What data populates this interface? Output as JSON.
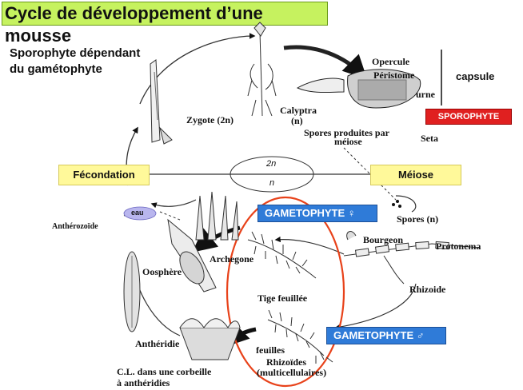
{
  "title": "Cycle de développement d’une mousse",
  "sporophyte_dep": {
    "line1": "Sporophyte dépendant",
    "line2": "du gamétophyte"
  },
  "labels": {
    "zygote": "Zygote (2n)",
    "calyptra": "Calyptra",
    "calyptra_n": "(n)",
    "opercule": "Opercule",
    "peristome": "Péristome",
    "urne": "urne",
    "capsule": "capsule",
    "sporophyte": "SPOROPHYTE",
    "spores_produites": "Spores produites par",
    "meiose_small": "méiose",
    "seta": "Seta",
    "fecondation": "Fécondation",
    "meiose": "Méiose",
    "ploidy_2n": "2n",
    "ploidy_n": "n",
    "eau": "eau",
    "antherozoide": "Anthérozoïde",
    "gametophyte_f": "GAMETOPHYTE ♀",
    "gametophyte_m": "GAMETOPHYTE ♂",
    "spores_n": "Spores (n)",
    "bourgeon": "Bourgeon",
    "protonema": "Protonema",
    "archegone": "Archegone",
    "oosphere": "Oosphère",
    "tige_feuillee": "Tige feuillée",
    "rhizoide": "Rhizoide",
    "antheridie": "Anthéridie",
    "feuilles": "feuilles",
    "rhizoides": "Rhizoïdes",
    "multicellulaires": "(multicellulaires)",
    "cl_line1": "C.L. dans une corbeille",
    "cl_line2": "à anthéridies"
  },
  "colors": {
    "title_bg": "#c6f25f",
    "yellow_box": "#fff99a",
    "blue_box": "#2f7bd8",
    "red_box": "#e02020",
    "red_ellipse": "#e8421a",
    "eau_bubble": "#b9b6ee"
  }
}
